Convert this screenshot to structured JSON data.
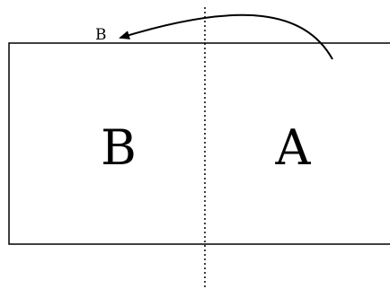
{
  "diagram": {
    "left_panel_label": "B",
    "right_panel_label": "A",
    "arrow_target_label": "B"
  },
  "colors": {
    "stroke": "#000000",
    "background": "#ffffff"
  }
}
